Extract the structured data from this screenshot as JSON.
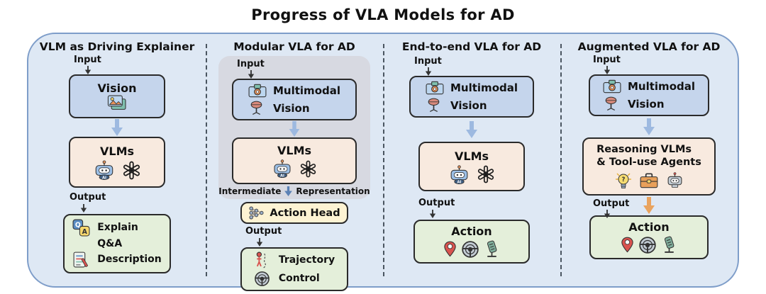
{
  "title": "Progress of VLA Models for AD",
  "colors": {
    "panel_bg": "#dee8f4",
    "panel_border": "#7e9dc9",
    "box_blue": "#c5d5ec",
    "box_cream": "#f8eadf",
    "box_green": "#e4efda",
    "box_yellow": "#fdf3d3",
    "gray_group_bg": "#d7d9e1",
    "arrow_blue": "#9db9e0",
    "arrow_orange": "#e9a35e"
  },
  "icons": {
    "photo-icon": "stacked photos",
    "camera-icon": "camera",
    "lidar-icon": "lidar sensor on stand",
    "robot-ai-icon": "robot with AI badge",
    "openai-icon": "OpenAI flower logo",
    "qa-icon": "Q and A tiles",
    "document-icon": "document with pen",
    "network-icon": "neural network nodes",
    "person-trajectory-icon": "person with dashed path",
    "steering-wheel-icon": "steering wheel",
    "pedal-icon": "pedal",
    "lightbulb-icon": "lightbulb with question mark",
    "toolbox-icon": "toolbox",
    "robot-icon": "robot head"
  },
  "columns": [
    {
      "title": "VLM as Driving Explainer",
      "input_label": "Input",
      "vision_label": "Vision",
      "vlms_label": "VLMs",
      "output_label": "Output",
      "output_items": [
        "Explain",
        "Q&A",
        "Description"
      ]
    },
    {
      "title": "Modular VLA for AD",
      "input_label": "Input",
      "vision_line1": "Multimodal",
      "vision_line2": "Vision",
      "vlms_label": "VLMs",
      "intermediate_left": "Intermediate",
      "intermediate_right": "Representation",
      "action_head_label": "Action Head",
      "output_label": "Output",
      "output_items": [
        "Trajectory",
        "Control"
      ]
    },
    {
      "title": "End-to-end VLA for AD",
      "input_label": "Input",
      "vision_line1": "Multimodal",
      "vision_line2": "Vision",
      "vlms_label": "VLMs",
      "output_label": "Output",
      "action_label": "Action"
    },
    {
      "title": "Augmented VLA for AD",
      "input_label": "Input",
      "vision_line1": "Multimodal",
      "vision_line2": "Vision",
      "reasoning_line1": "Reasoning VLMs",
      "reasoning_line2": "& Tool-use Agents",
      "output_label": "Output",
      "action_label": "Action"
    }
  ]
}
